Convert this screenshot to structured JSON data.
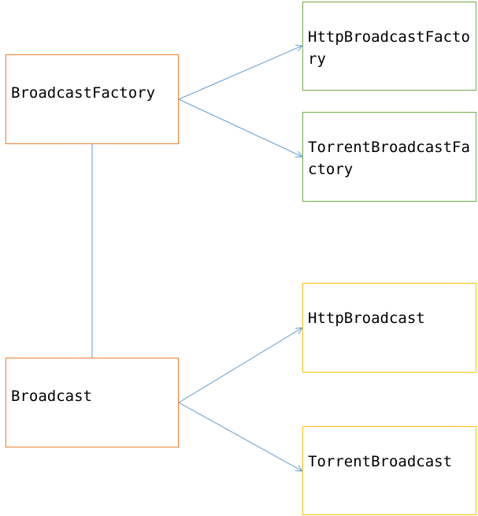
{
  "diagram": {
    "nodes": {
      "broadcast_factory": {
        "label": "BroadcastFactory"
      },
      "broadcast": {
        "label": "Broadcast"
      },
      "http_broadcast_factory": {
        "label": "HttpBroadcastFactory"
      },
      "torrent_broadcast_factory": {
        "label": "TorrentBroadcastFactory"
      },
      "http_broadcast": {
        "label": "HttpBroadcast"
      },
      "torrent_broadcast": {
        "label": "TorrentBroadcast"
      }
    },
    "edges": [
      {
        "from": "broadcast_factory",
        "to": "http_broadcast_factory",
        "arrow": true
      },
      {
        "from": "broadcast_factory",
        "to": "torrent_broadcast_factory",
        "arrow": true
      },
      {
        "from": "broadcast_factory",
        "to": "broadcast",
        "arrow": false
      },
      {
        "from": "broadcast",
        "to": "http_broadcast",
        "arrow": true
      },
      {
        "from": "broadcast",
        "to": "torrent_broadcast",
        "arrow": true
      }
    ],
    "colors": {
      "parent_border": "#ED7D31",
      "factory_border": "#70AD47",
      "broadcast_border": "#FFC000",
      "connector": "#5B9BD5"
    }
  }
}
